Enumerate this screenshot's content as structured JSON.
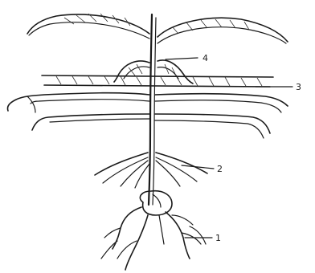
{
  "diagram": {
    "labels": {
      "l1": "1",
      "l2": "2",
      "l3": "3",
      "l4": "4"
    }
  }
}
